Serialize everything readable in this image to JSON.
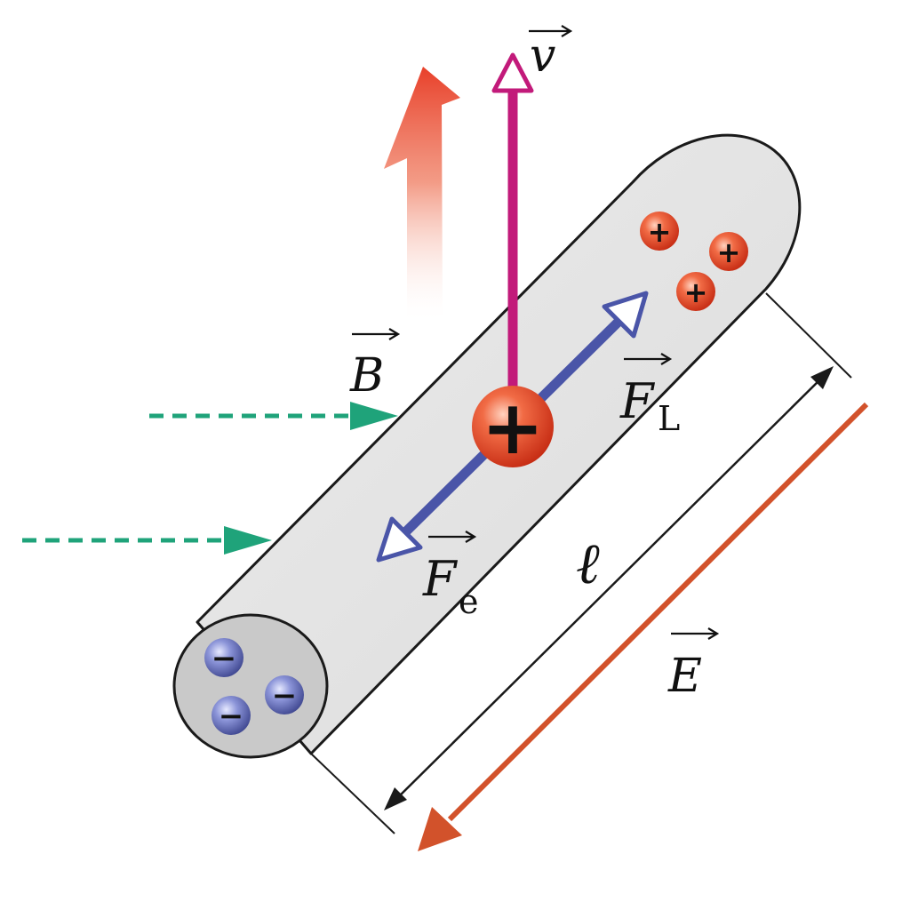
{
  "labels": {
    "velocity": "v",
    "magnetic_field": "B",
    "lorentz_force": "F",
    "lorentz_sub": "L",
    "electric_force": "F",
    "electric_sub": "e",
    "length": "ℓ",
    "electric_field": "E"
  },
  "charges": {
    "central": "+",
    "positive": "+",
    "negative": "−"
  },
  "colors": {
    "rod_fill": "#e3e3e3",
    "rod_stroke": "#1a1a1a",
    "velocity_arrow": "#c21a7a",
    "force_arrow": "#4a55a8",
    "field_B": "#1fa37a",
    "field_E": "#d2522b",
    "motion_arrow": "#e8452c",
    "positive_charge": "#e84a2b",
    "negative_charge": "#5a64b8"
  }
}
